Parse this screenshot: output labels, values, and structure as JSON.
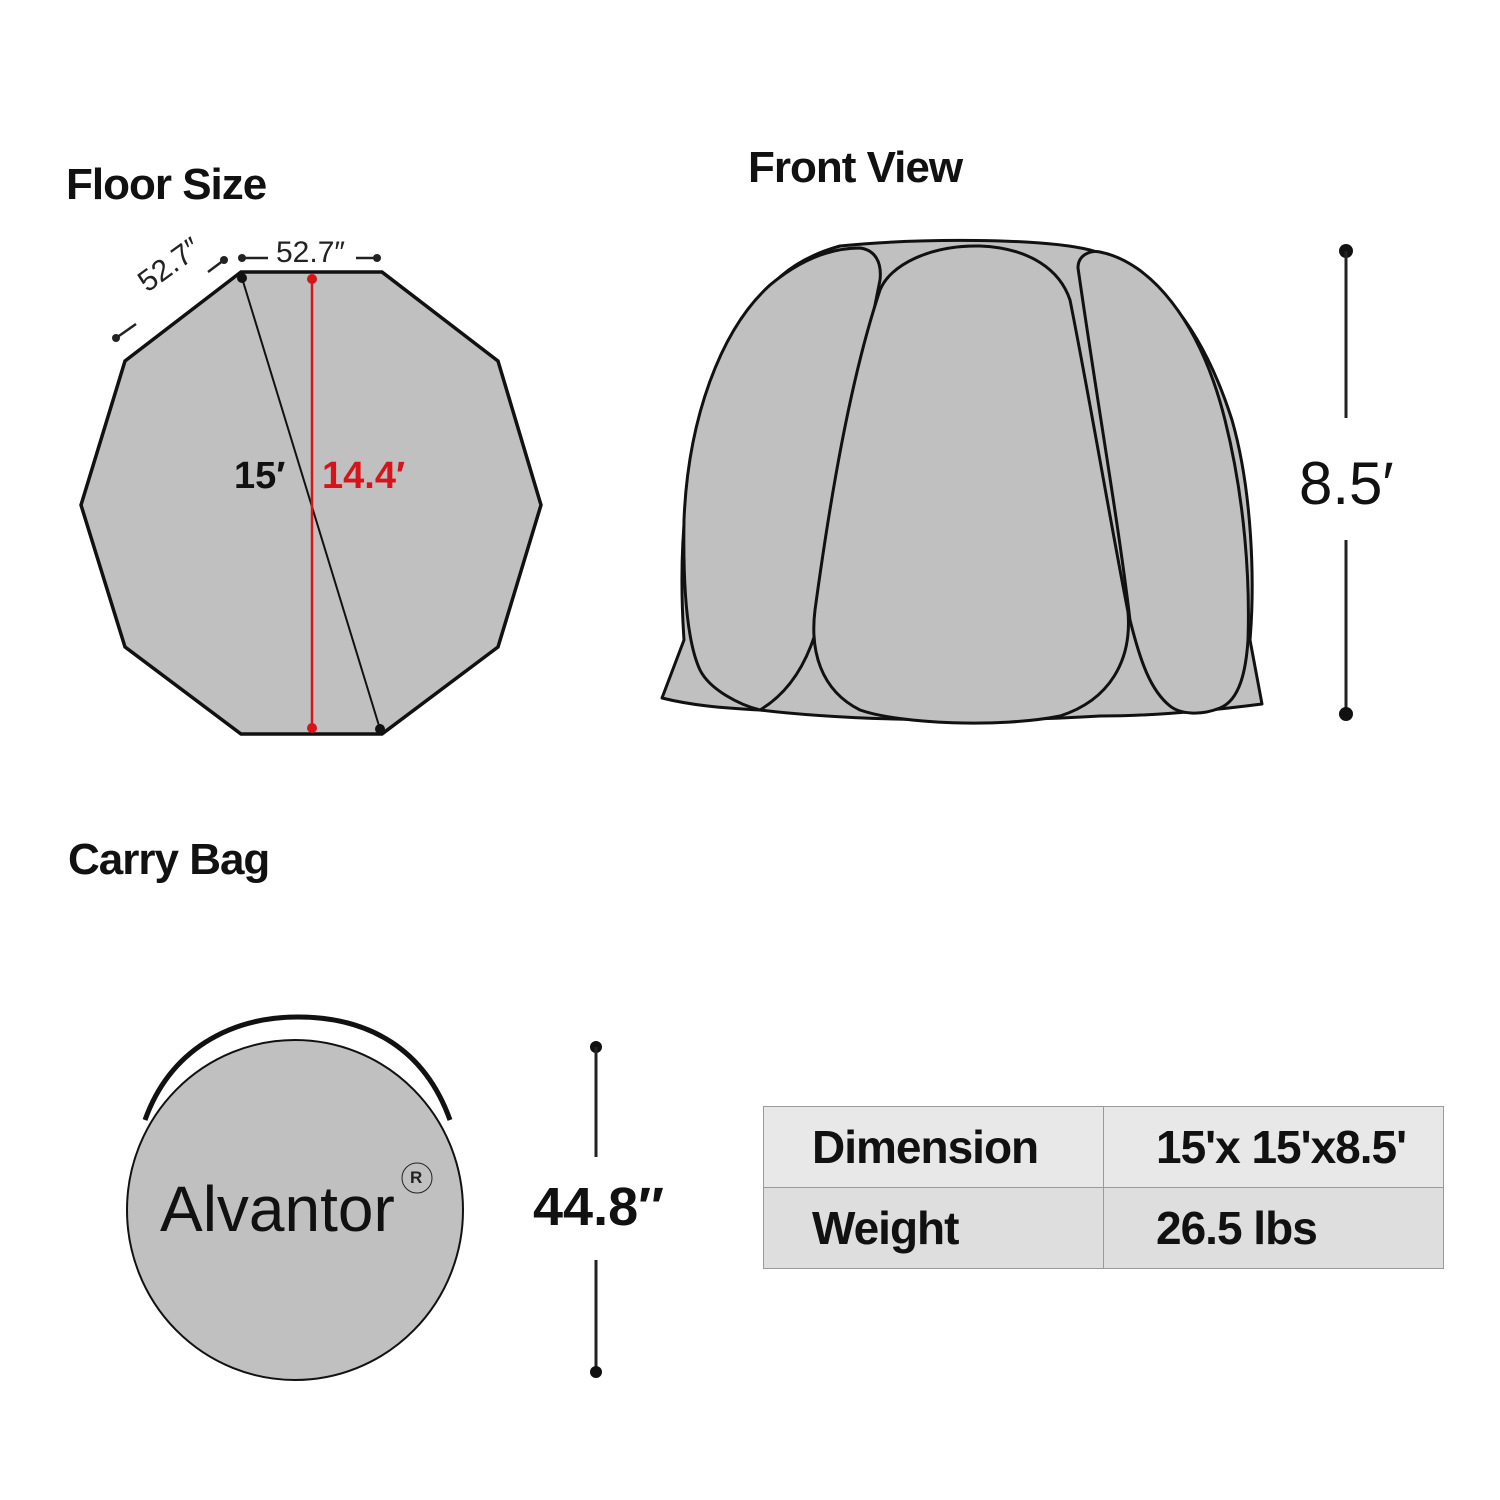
{
  "sections": {
    "floor_size": {
      "title": "Floor Size",
      "side_length_top": "52.7″",
      "side_length_diagonal": "52.7″",
      "diagonal_length": "15′",
      "flat_to_flat_length": "14.4′",
      "shape": "decagon"
    },
    "front_view": {
      "title": "Front View",
      "height": "8.5′"
    },
    "carry_bag": {
      "title": "Carry Bag",
      "brand": "Alvantor",
      "registered_mark": "R",
      "height": "44.8′′"
    }
  },
  "specs": {
    "rows": [
      {
        "label": "Dimension",
        "value": "15'x 15'x8.5'"
      },
      {
        "label": "Weight",
        "value": "26.5 lbs"
      }
    ]
  },
  "colors": {
    "fill": "#c0c0c0",
    "outline": "#111111",
    "accent_red": "#d7141a"
  }
}
